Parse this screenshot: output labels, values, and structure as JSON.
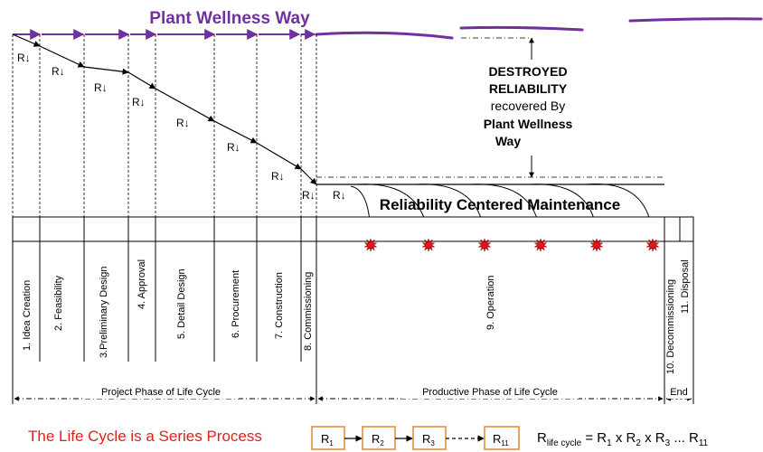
{
  "title": "Plant Wellness Way",
  "colors": {
    "purple": "#7030a0",
    "red_text": "#e0201b",
    "burst": "#e8141b",
    "orange_box": "#e2892b"
  },
  "r_drop_label": "R↓",
  "callout": {
    "line1": "DESTROYED",
    "line2": "RELIABILITY",
    "line3": "recovered By",
    "line4": "Plant Wellness",
    "line5": "Way"
  },
  "rcm_label": "Reliability Centered Maintenance",
  "phases": [
    "1. Idea Creation",
    "2. Feasibility",
    "3.Preliminary Design",
    "4. Approval",
    "5. Detail Design",
    "6. Procurement",
    "7. Construction",
    "8. Commissioning",
    "9. Operation",
    "10. Decommissioning",
    "11. Disposal"
  ],
  "spans": {
    "project": "Project Phase of Life Cycle",
    "productive": "Productive Phase of Life Cycle",
    "end": "End"
  },
  "bottom": {
    "series_text": "The Life Cycle is a Series Process",
    "boxes": [
      {
        "main": "R",
        "sub": "1"
      },
      {
        "main": "R",
        "sub": "2"
      },
      {
        "main": "R",
        "sub": "3"
      },
      {
        "main": "R",
        "sub": "11"
      }
    ],
    "formula_lhs": "R",
    "formula_lhs_sub": "life cycle",
    "formula_rhs_parts": [
      {
        "t": " = R",
        "sub": "1"
      },
      {
        "t": " x R",
        "sub": "2"
      },
      {
        "t": " x R",
        "sub": "3"
      },
      {
        "t": " ... R",
        "sub": "11"
      }
    ]
  }
}
